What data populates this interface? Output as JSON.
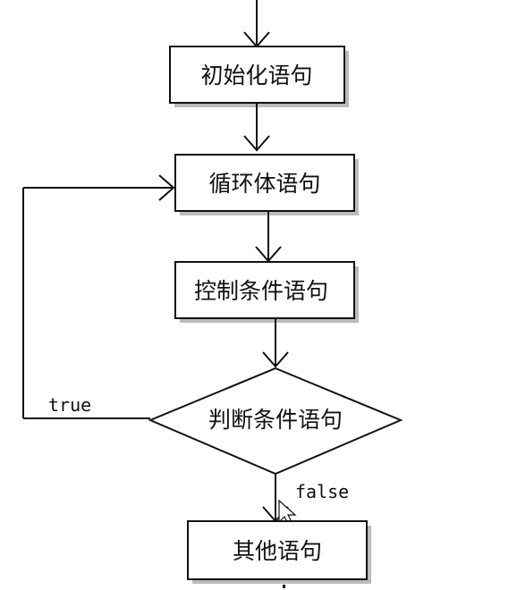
{
  "diagram": {
    "nodes": {
      "init": "初始化语句",
      "body": "循环体语句",
      "control": "控制条件语句",
      "judge": "判断条件语句",
      "other": "其他语句"
    },
    "edges": {
      "true_label": "true",
      "false_label": "false"
    }
  }
}
